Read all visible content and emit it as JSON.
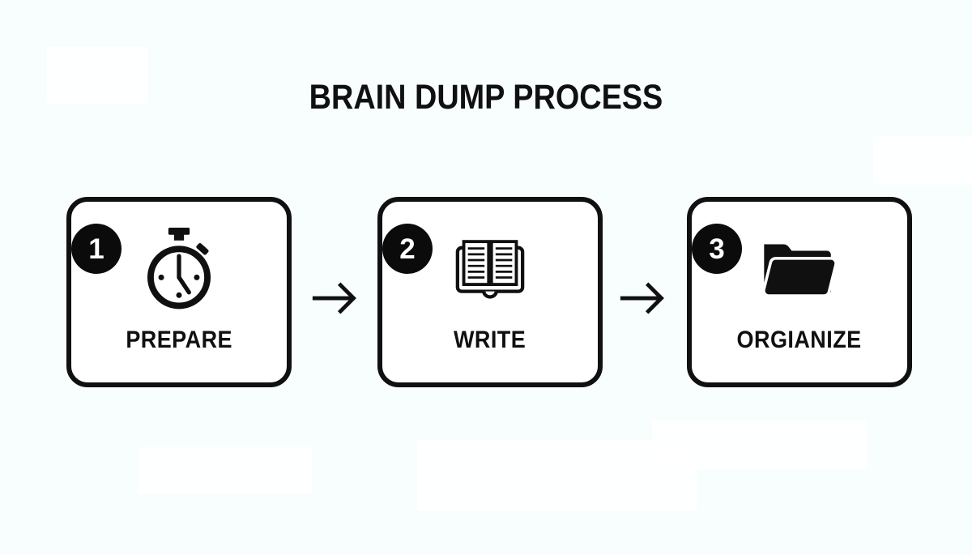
{
  "title": "BRAIN DUMP PROCESS",
  "colors": {
    "background": "#f8fdfe",
    "box_fill": "#ffffff",
    "ink": "#101010",
    "badge_fill": "#0b0b0b",
    "badge_text": "#ffffff"
  },
  "steps": [
    {
      "number": "1",
      "label": "PREPARE",
      "icon": "stopwatch-icon"
    },
    {
      "number": "2",
      "label": "WRITE",
      "icon": "open-book-icon"
    },
    {
      "number": "3",
      "label": "ORGIANIZE",
      "icon": "open-folder-icon"
    }
  ],
  "connectors": [
    {
      "icon": "right-arrow-icon"
    },
    {
      "icon": "right-arrow-icon"
    }
  ]
}
